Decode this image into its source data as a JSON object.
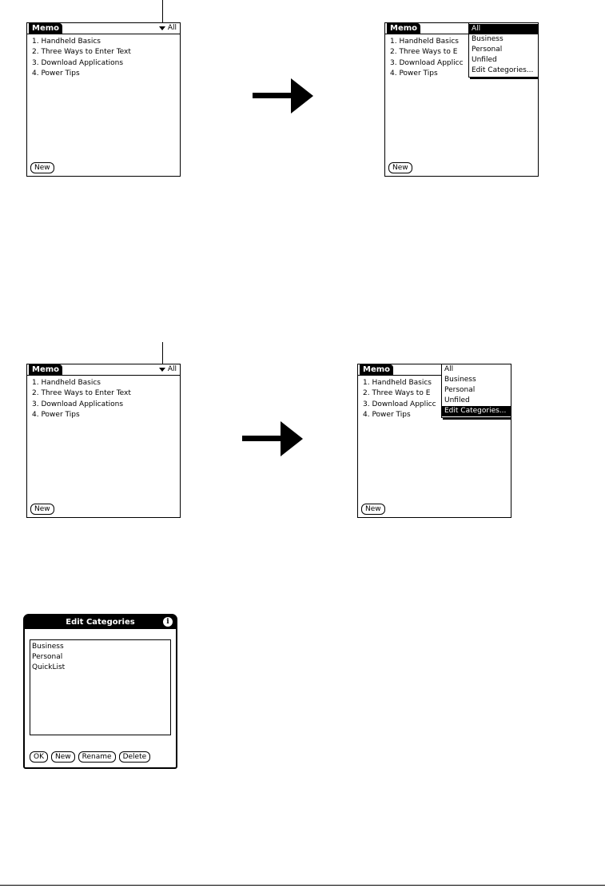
{
  "app_title": "Memo",
  "category_current": "All",
  "memos": [
    "1. Handheld Basics",
    "2. Three Ways to Enter Text",
    "3. Download Applications",
    "4. Power Tips"
  ],
  "memos_truncated": [
    "1. Handheld Basics",
    "2. Three Ways to E",
    "3. Download Applicc",
    "4. Power Tips"
  ],
  "new_label": "New",
  "categories": [
    "All",
    "Business",
    "Personal",
    "Unfiled",
    "Edit Categories..."
  ],
  "dialog": {
    "title": "Edit Categories",
    "info_icon": "info-icon",
    "items": [
      "Business",
      "Personal",
      "QuickList"
    ],
    "buttons": [
      "OK",
      "New",
      "Rename",
      "Delete"
    ]
  }
}
